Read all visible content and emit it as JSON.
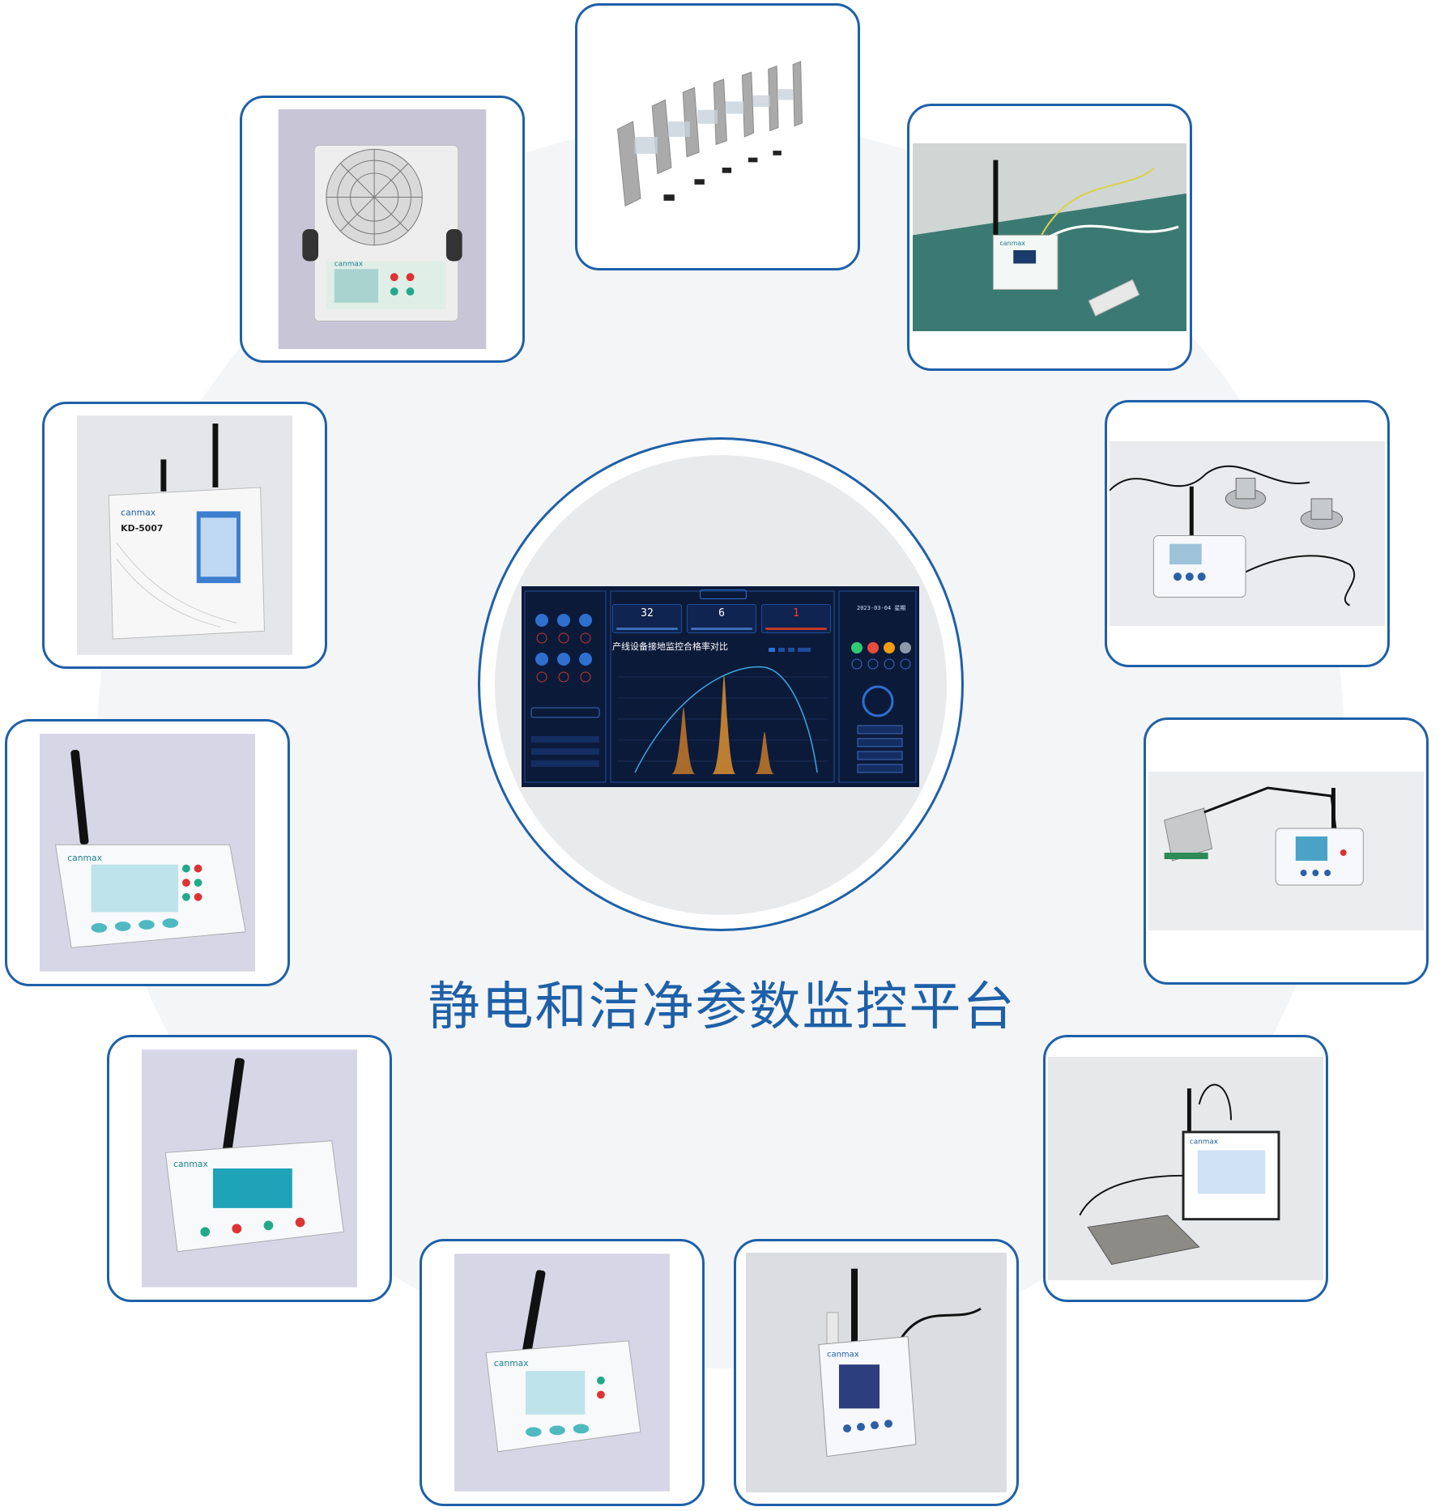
{
  "platform_title": "静电和洁净参数监控平台",
  "colors": {
    "accent": "#1e60a8",
    "ring": "#f4f5f7",
    "dashboard_bg": "#0c1a3a"
  },
  "devices": [
    {
      "name": "ion-fan-blower"
    },
    {
      "name": "turnstile-gates"
    },
    {
      "name": "grounding-monitor-on-bench"
    },
    {
      "name": "dual-probe-sensor"
    },
    {
      "name": "integrated-monitor-kd5007",
      "model": "KD-5007"
    },
    {
      "name": "panel-sensor-module"
    },
    {
      "name": "multi-channel-monitor-a"
    },
    {
      "name": "plate-monitor"
    },
    {
      "name": "multi-channel-monitor-b"
    },
    {
      "name": "lcd-monitor-c"
    },
    {
      "name": "temp-humidity-monitor"
    }
  ],
  "brand_label": "canmax",
  "dashboard": {
    "tab_label": "",
    "stats": [
      {
        "value": "32",
        "alert": false
      },
      {
        "value": "6",
        "alert": false
      },
      {
        "value": "1",
        "alert": true
      }
    ],
    "date_text": "2023-03-04 星期",
    "chart_title": "产线设备接地监控合格率对比"
  }
}
